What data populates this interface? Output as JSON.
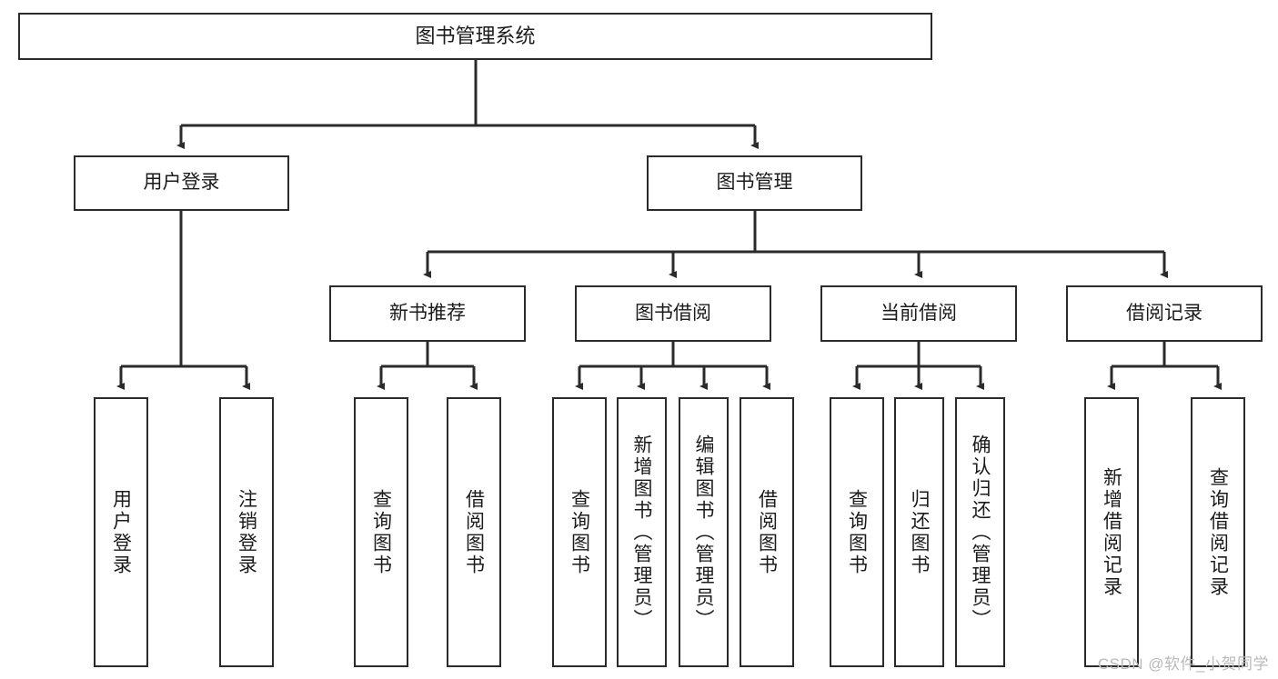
{
  "diagram": {
    "title": "图书管理系统",
    "type": "tree-hierarchy-chart",
    "root": {
      "label": "图书管理系统"
    },
    "level2": [
      {
        "label": "用户登录"
      },
      {
        "label": "图书管理"
      }
    ],
    "level3": [
      {
        "label": "新书推荐"
      },
      {
        "label": "图书借阅"
      },
      {
        "label": "当前借阅"
      },
      {
        "label": "借阅记录"
      }
    ],
    "leaves": [
      {
        "label": "用户登录",
        "parent": "用户登录"
      },
      {
        "label": "注销登录",
        "parent": "用户登录"
      },
      {
        "label": "查询图书",
        "parent": "新书推荐"
      },
      {
        "label": "借阅图书",
        "parent": "新书推荐"
      },
      {
        "label": "查询图书",
        "parent": "图书借阅"
      },
      {
        "label": "新增图书（管理员）",
        "parent": "图书借阅"
      },
      {
        "label": "编辑图书（管理员）",
        "parent": "图书借阅"
      },
      {
        "label": "借阅图书",
        "parent": "图书借阅"
      },
      {
        "label": "查询图书",
        "parent": "当前借阅"
      },
      {
        "label": "归还图书",
        "parent": "当前借阅"
      },
      {
        "label": "确认归还（管理员）",
        "parent": "当前借阅"
      },
      {
        "label": "新增借阅记录",
        "parent": "借阅记录"
      },
      {
        "label": "查询借阅记录",
        "parent": "借阅记录"
      }
    ]
  },
  "watermark": {
    "text": "CSDN @软件_小贺同学"
  },
  "colors": {
    "stroke": "#2b2b2b",
    "background": "#ffffff",
    "text": "#1b1b1b",
    "watermark": "#b9b9b9"
  }
}
